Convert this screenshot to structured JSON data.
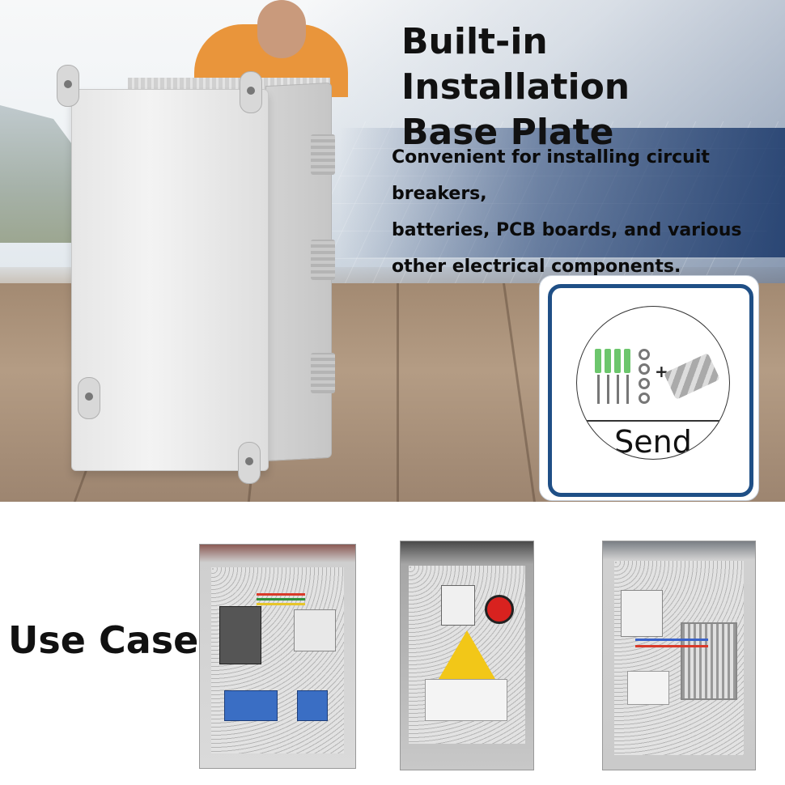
{
  "headline": {
    "line1": "Built-in Installation",
    "line2": "Base Plate"
  },
  "description": {
    "line1": "Convenient for installing circuit breakers,",
    "line2": "batteries, PCB boards, and various",
    "line3": "other electrical components."
  },
  "accessory_card": {
    "plus_sign": "+",
    "label": "Send"
  },
  "use_case": {
    "label": "Use Case",
    "photos": [
      {
        "icon": "distribution-box-photo"
      },
      {
        "icon": "warning-sign-box-photo"
      },
      {
        "icon": "power-supply-box-photo"
      }
    ]
  },
  "colors": {
    "card_border": "#1f4f86",
    "text": "#111111",
    "anchor_plug": "#6cc66c",
    "warning_yellow": "#f2c718"
  }
}
